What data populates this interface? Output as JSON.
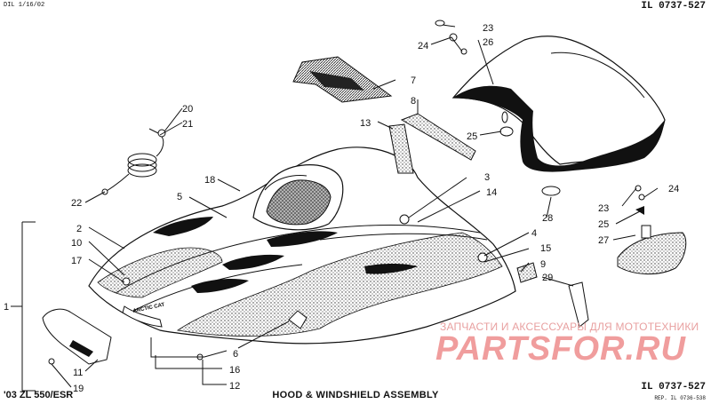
{
  "header": {
    "date_code": "DIL 1/16/02",
    "illustration_id": "IL 0737-527"
  },
  "footer": {
    "model": "'03 ZL 550/ESR",
    "title": "HOOD & WINDSHIELD ASSEMBLY",
    "illustration_id": "IL 0737-527",
    "reference": "REP. IL 0736-538"
  },
  "decal_text": "ARCTIC CAT",
  "watermark": {
    "line1": "ЗАПЧАСТИ И АКСЕССУАРЫ ДЛЯ МОТОТЕХНИКИ",
    "line2": "PARTSFOR.RU"
  },
  "callouts": {
    "c1": "1",
    "c2": "2",
    "c3": "3",
    "c4": "4",
    "c5": "5",
    "c6": "6",
    "c7": "7",
    "c8": "8",
    "c9": "9",
    "c10": "10",
    "c11": "11",
    "c12": "12",
    "c13": "13",
    "c14": "14",
    "c15": "15",
    "c16": "16",
    "c17": "17",
    "c18": "18",
    "c19": "19",
    "c20": "20",
    "c21": "21",
    "c22": "22",
    "c23a": "23",
    "c23b": "23",
    "c24a": "24",
    "c24b": "24",
    "c25a": "25",
    "c25b": "25",
    "c26": "26",
    "c27": "27",
    "c28": "28",
    "c29": "29"
  }
}
